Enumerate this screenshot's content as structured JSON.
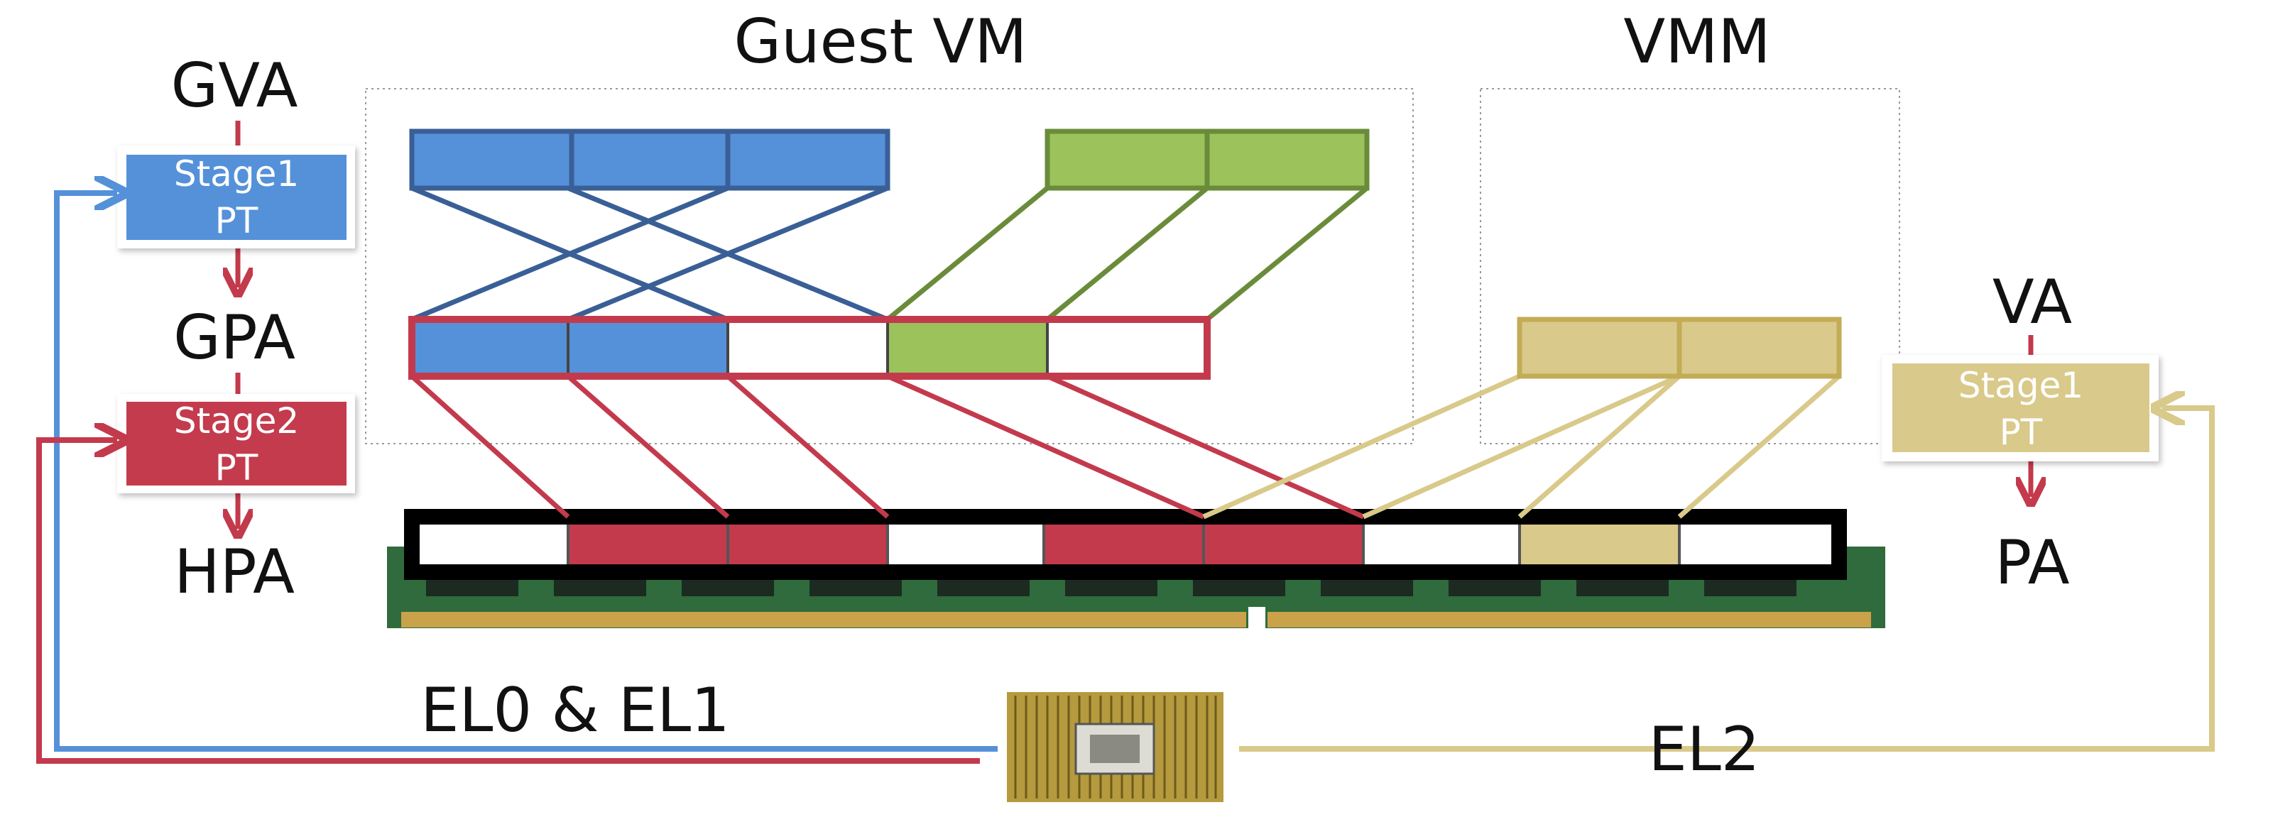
{
  "guest_vm_label": "Guest VM",
  "vmm_label": "VMM",
  "left_labels": {
    "gva": "GVA",
    "gpa": "GPA",
    "hpa": "HPA"
  },
  "right_labels": {
    "va": "VA",
    "pa": "PA"
  },
  "stage1_guest": {
    "line1": "Stage1",
    "line2": "PT"
  },
  "stage2_guest": {
    "line1": "Stage2",
    "line2": "PT"
  },
  "stage1_vmm": {
    "line1": "Stage1",
    "line2": "PT"
  },
  "el01_label": "EL0 & EL1",
  "el2_label": "EL2",
  "colors": {
    "blue": "#5591d9",
    "blue_border": "#3a5f96",
    "green": "#9bc25b",
    "green_border": "#6a8c3a",
    "red": "#c33a4d",
    "tan": "#d9c98a",
    "tan_border": "#c2ac55",
    "black": "#000000"
  },
  "icons": [
    "memory-module-icon",
    "cpu-chip-icon",
    "arrow-head-icon"
  ]
}
